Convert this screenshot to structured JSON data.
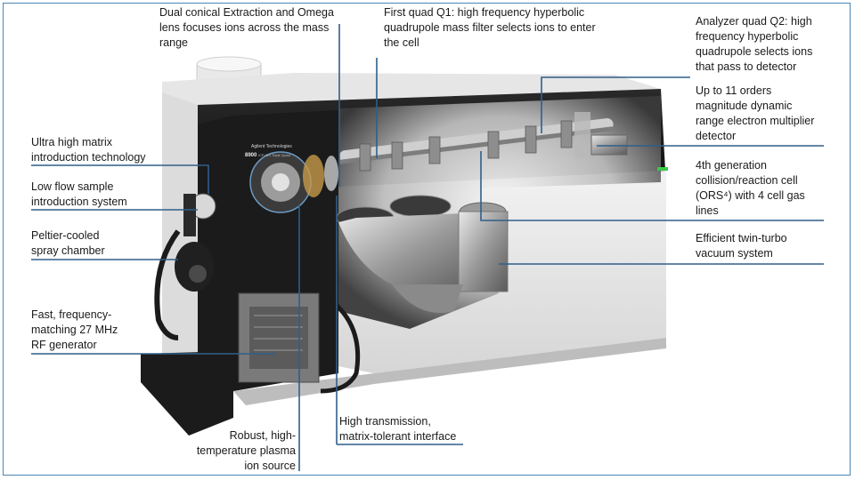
{
  "brand": "Agilent Technologies",
  "model": "8900",
  "model_subtitle": "ICP-MS Triple Quad",
  "callouts": {
    "extraction_lens": "Dual conical Extraction and Omega\nlens focuses ions across the mass\nrange",
    "q1": "First quad Q1: high frequency hyperbolic\nquadrupole mass filter selects ions to enter\nthe cell",
    "q2": "Analyzer quad Q2: high\nfrequency hyperbolic\nquadrupole selects ions\nthat pass to detector",
    "detector": "Up to 11 orders\nmagnitude dynamic\nrange electron multiplier\ndetector",
    "cell": "4th generation\ncollision/reaction cell\n(ORS⁴) with 4 cell gas\nlines",
    "turbo": "Efficient twin-turbo\nvacuum system",
    "matrix": "Ultra high matrix\nintroduction technology",
    "low_flow": "Low flow sample\nintroduction system",
    "peltier": "Peltier-cooled\nspray chamber",
    "rf": "Fast, frequency-\nmatching 27 MHz\nRF generator",
    "plasma": "Robust, high-\ntemperature plasma\nion source",
    "interface": "High transmission,\nmatrix-tolerant interface"
  },
  "colors": {
    "leader": "#2f5f8a",
    "frame": "#4a86b4",
    "body_top": "#101010",
    "body_side": "#e4e4e4",
    "status_led": "#3cc84a"
  }
}
